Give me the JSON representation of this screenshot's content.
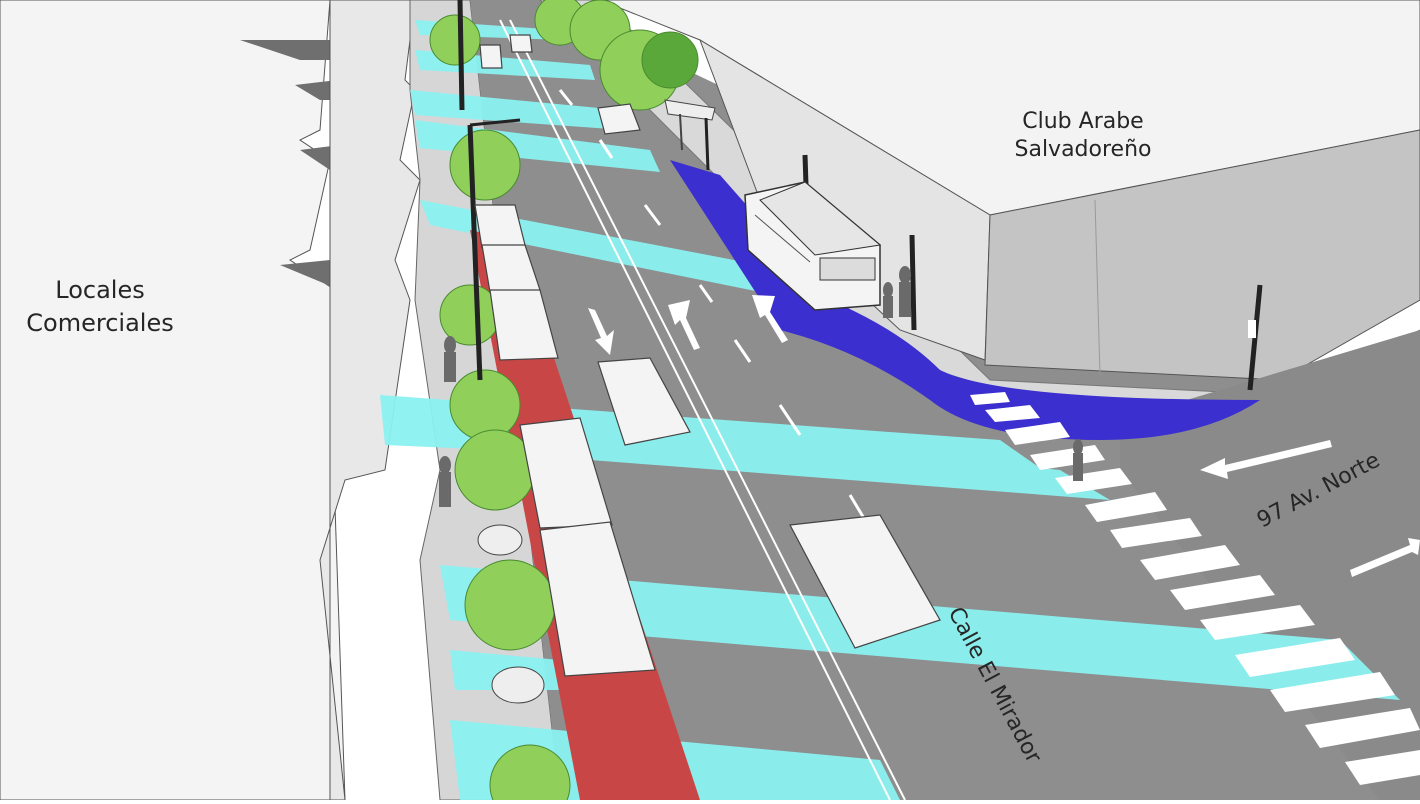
{
  "labels": {
    "club_line1": "Club Arabe",
    "club_line2": "Salvadoreño",
    "locales_line1": "Locales",
    "locales_line2": "Comerciales",
    "avenue": "97 Av. Norte",
    "street": "Calle El Mirador"
  },
  "colors": {
    "background": "#ffffff",
    "road": "#8c8c8c",
    "road_dark": "#7a7a7a",
    "sidewalk": "#d9d9d9",
    "building": "#f2f2f2",
    "building_shadow": "#bfbfbf",
    "crossing_band": "#8cf2f2",
    "bike_lane": "#c84a4a",
    "bus_lane": "#3a2fcf",
    "zebra": "#ffffff",
    "car": "#f4f4f4",
    "tree": "#8fcf5a",
    "tree_dark": "#5aa83a",
    "pole": "#222222"
  },
  "icons": {
    "lane_arrow": "arrow-icon",
    "turn_arrow": "turn-arrow-icon"
  }
}
